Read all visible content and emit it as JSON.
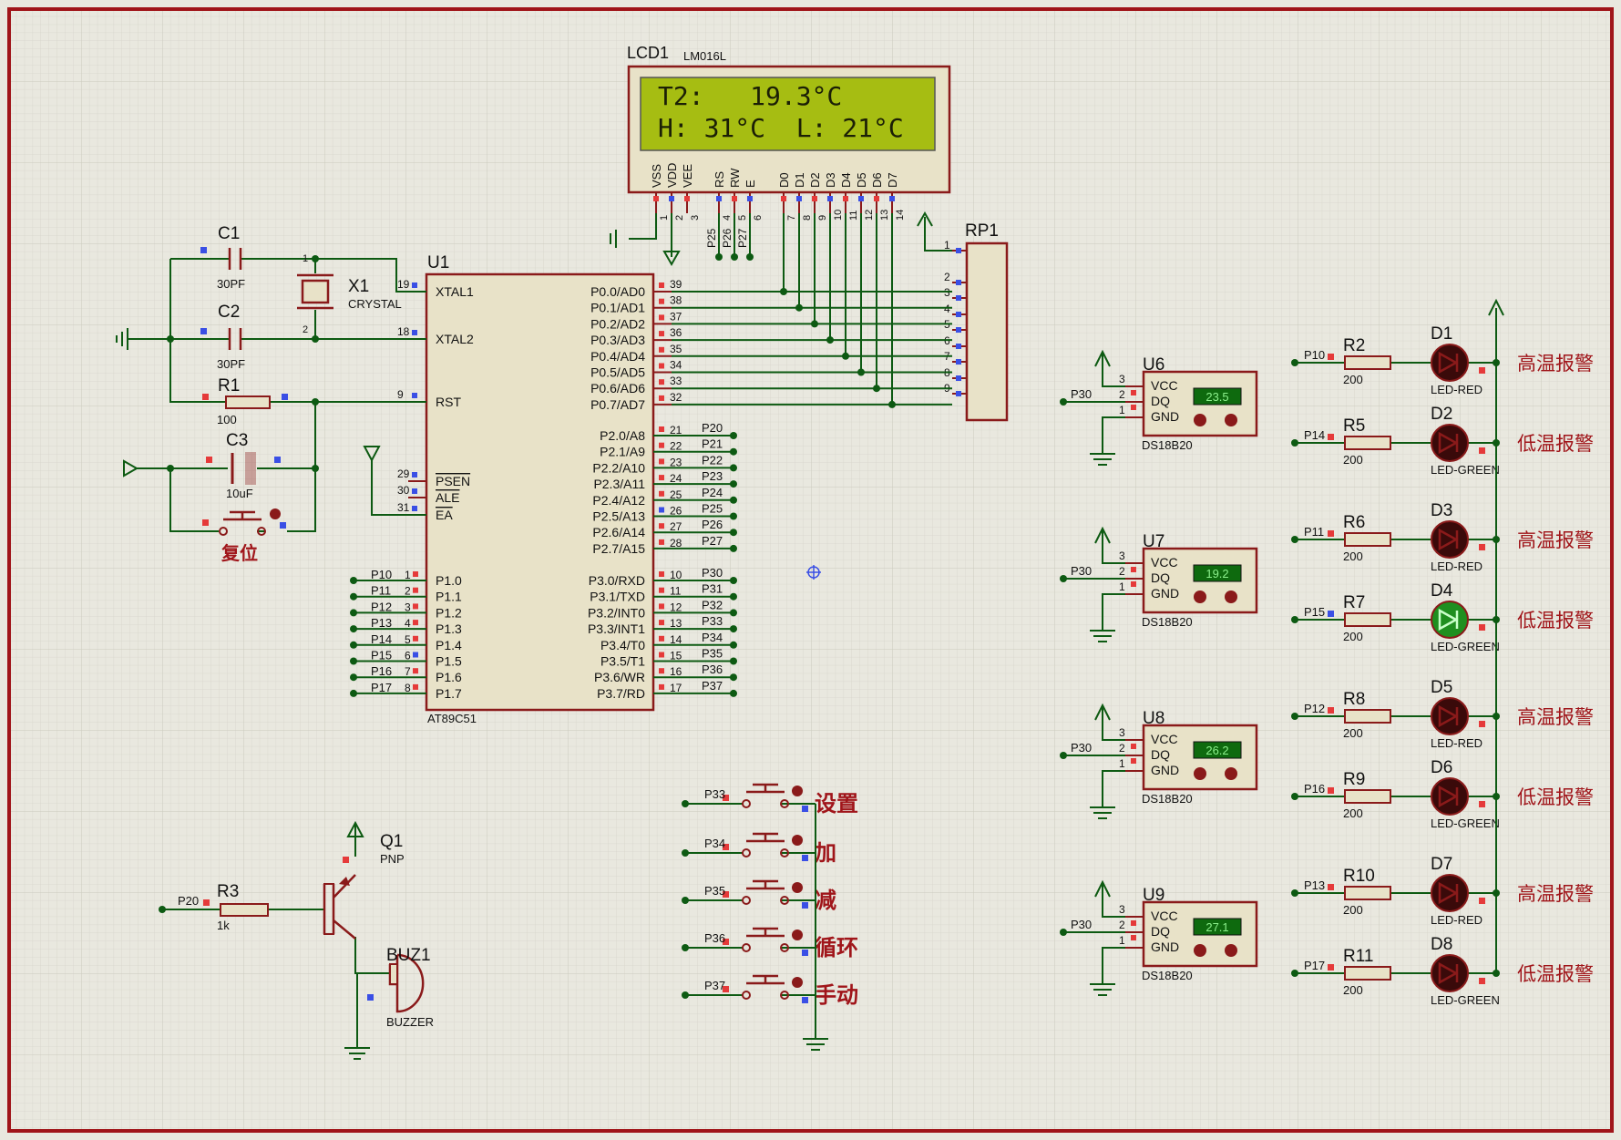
{
  "colors": {
    "background": "#e9e8df",
    "grid": "#d6d5cb",
    "frame": "#a0151a",
    "wire": "#0d5a12",
    "component": "#8a1a1a",
    "component_fill": "#e8e2c8",
    "text": "#111111",
    "annotation": "#a0151a",
    "lcd_screen": "#a6bd12",
    "pin_red": "#e53a3a",
    "pin_blue": "#3a4fe5"
  },
  "lcd": {
    "ref": "LCD1",
    "model": "LM016L",
    "line1": "T2:   19.3°C",
    "line2": "H: 31°C  L: 21°C",
    "pin_names": [
      "VSS",
      "VDD",
      "VEE",
      "RS",
      "RW",
      "E",
      "D0",
      "D1",
      "D2",
      "D3",
      "D4",
      "D5",
      "D6",
      "D7"
    ],
    "pin_numbers": [
      "1",
      "2",
      "3",
      "4",
      "5",
      "6",
      "7",
      "8",
      "9",
      "10",
      "11",
      "12",
      "13",
      "14"
    ],
    "ctrl_nets": [
      "P25",
      "P26",
      "P27"
    ]
  },
  "rp1": {
    "ref": "RP1",
    "pins": [
      "1",
      "2",
      "3",
      "4",
      "5",
      "6",
      "7",
      "8",
      "9"
    ]
  },
  "mcu": {
    "ref": "U1",
    "model": "AT89C51",
    "left_pins": [
      {
        "name": "XTAL1",
        "num": "19"
      },
      {
        "name": "XTAL2",
        "num": "18"
      },
      {
        "name": "RST",
        "num": "9"
      },
      {
        "name": "PSEN",
        "num": "29"
      },
      {
        "name": "ALE",
        "num": "30"
      },
      {
        "name": "EA",
        "num": "31"
      }
    ],
    "p1_pins": [
      {
        "name": "P1.0",
        "num": "1",
        "net": "P10"
      },
      {
        "name": "P1.1",
        "num": "2",
        "net": "P11"
      },
      {
        "name": "P1.2",
        "num": "3",
        "net": "P12"
      },
      {
        "name": "P1.3",
        "num": "4",
        "net": "P13"
      },
      {
        "name": "P1.4",
        "num": "5",
        "net": "P14"
      },
      {
        "name": "P1.5",
        "num": "6",
        "net": "P15"
      },
      {
        "name": "P1.6",
        "num": "7",
        "net": "P16"
      },
      {
        "name": "P1.7",
        "num": "8",
        "net": "P17"
      }
    ],
    "p0_pins": [
      {
        "name": "P0.0/AD0",
        "num": "39"
      },
      {
        "name": "P0.1/AD1",
        "num": "38"
      },
      {
        "name": "P0.2/AD2",
        "num": "37"
      },
      {
        "name": "P0.3/AD3",
        "num": "36"
      },
      {
        "name": "P0.4/AD4",
        "num": "35"
      },
      {
        "name": "P0.5/AD5",
        "num": "34"
      },
      {
        "name": "P0.6/AD6",
        "num": "33"
      },
      {
        "name": "P0.7/AD7",
        "num": "32"
      }
    ],
    "p2_pins": [
      {
        "name": "P2.0/A8",
        "num": "21",
        "net": "P20"
      },
      {
        "name": "P2.1/A9",
        "num": "22",
        "net": "P21"
      },
      {
        "name": "P2.2/A10",
        "num": "23",
        "net": "P22"
      },
      {
        "name": "P2.3/A11",
        "num": "24",
        "net": "P23"
      },
      {
        "name": "P2.4/A12",
        "num": "25",
        "net": "P24"
      },
      {
        "name": "P2.5/A13",
        "num": "26",
        "net": "P25"
      },
      {
        "name": "P2.6/A14",
        "num": "27",
        "net": "P26"
      },
      {
        "name": "P2.7/A15",
        "num": "28",
        "net": "P27"
      }
    ],
    "p3_pins": [
      {
        "name": "P3.0/RXD",
        "num": "10",
        "net": "P30"
      },
      {
        "name": "P3.1/TXD",
        "num": "11",
        "net": "P31"
      },
      {
        "name": "P3.2/INT0",
        "num": "12",
        "net": "P32"
      },
      {
        "name": "P3.3/INT1",
        "num": "13",
        "net": "P33"
      },
      {
        "name": "P3.4/T0",
        "num": "14",
        "net": "P34"
      },
      {
        "name": "P3.5/T1",
        "num": "15",
        "net": "P35"
      },
      {
        "name": "P3.6/WR",
        "num": "16",
        "net": "P36"
      },
      {
        "name": "P3.7/RD",
        "num": "17",
        "net": "P37"
      }
    ]
  },
  "passives": {
    "c1": {
      "ref": "C1",
      "value": "30PF"
    },
    "c2": {
      "ref": "C2",
      "value": "30PF"
    },
    "x1": {
      "ref": "X1",
      "value": "CRYSTAL",
      "pin1": "1",
      "pin2": "2"
    },
    "r1": {
      "ref": "R1",
      "value": "100"
    },
    "c3": {
      "ref": "C3",
      "value": "10uF"
    },
    "reset_label": "复位",
    "r3": {
      "ref": "R3",
      "value": "1k",
      "net": "P20"
    },
    "q1": {
      "ref": "Q1",
      "value": "PNP"
    },
    "buz1": {
      "ref": "BUZ1",
      "value": "BUZZER"
    }
  },
  "sensors": [
    {
      "ref": "U6",
      "reading": "23.5",
      "model": "DS18B20",
      "net": "P30"
    },
    {
      "ref": "U7",
      "reading": "19.2",
      "model": "DS18B20",
      "net": "P30"
    },
    {
      "ref": "U8",
      "reading": "26.2",
      "model": "DS18B20",
      "net": "P30"
    },
    {
      "ref": "U9",
      "reading": "27.1",
      "model": "DS18B20",
      "net": "P30"
    }
  ],
  "sensor_pins": {
    "vcc": "VCC",
    "dq": "DQ",
    "gnd": "GND",
    "n3": "3",
    "n2": "2",
    "n1": "1"
  },
  "buttons": [
    {
      "net": "P33",
      "label": "设置"
    },
    {
      "net": "P34",
      "label": "加"
    },
    {
      "net": "P35",
      "label": "减"
    },
    {
      "net": "P36",
      "label": "循环"
    },
    {
      "net": "P37",
      "label": "手动"
    }
  ],
  "leds": [
    {
      "net": "P10",
      "res": "R2",
      "res_val": "200",
      "ref": "D1",
      "type": "LED-RED",
      "label": "高温报警",
      "color": "red",
      "lit": false
    },
    {
      "net": "P14",
      "res": "R5",
      "res_val": "200",
      "ref": "D2",
      "type": "LED-GREEN",
      "label": "低温报警",
      "color": "green",
      "lit": false
    },
    {
      "net": "P11",
      "res": "R6",
      "res_val": "200",
      "ref": "D3",
      "type": "LED-RED",
      "label": "高温报警",
      "color": "red",
      "lit": false
    },
    {
      "net": "P15",
      "res": "R7",
      "res_val": "200",
      "ref": "D4",
      "type": "LED-GREEN",
      "label": "低温报警",
      "color": "green",
      "lit": true
    },
    {
      "net": "P12",
      "res": "R8",
      "res_val": "200",
      "ref": "D5",
      "type": "LED-RED",
      "label": "高温报警",
      "color": "red",
      "lit": false
    },
    {
      "net": "P16",
      "res": "R9",
      "res_val": "200",
      "ref": "D6",
      "type": "LED-GREEN",
      "label": "低温报警",
      "color": "green",
      "lit": false
    },
    {
      "net": "P13",
      "res": "R10",
      "res_val": "200",
      "ref": "D7",
      "type": "LED-RED",
      "label": "高温报警",
      "color": "red",
      "lit": false
    },
    {
      "net": "P17",
      "res": "R11",
      "res_val": "200",
      "ref": "D8",
      "type": "LED-GREEN",
      "label": "低温报警",
      "color": "green",
      "lit": false
    }
  ]
}
